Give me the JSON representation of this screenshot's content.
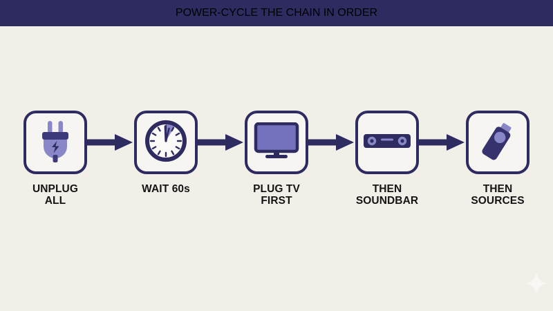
{
  "header": {
    "title": "POWER-CYCLE THE CHAIN IN ORDER",
    "background_color": "#2d2b5f",
    "text_color": "#ffffff"
  },
  "page": {
    "background_color": "#f2efe9",
    "label_color": "#141414",
    "accent_dark": "#2d2b5f",
    "accent_light": "#8a87c9"
  },
  "flow": {
    "steps": [
      {
        "label": "UNPLUG\nALL",
        "icon": "power-plug-icon"
      },
      {
        "label": "WAIT 60s",
        "icon": "clock-icon"
      },
      {
        "label": "PLUG TV\nFIRST",
        "icon": "television-icon"
      },
      {
        "label": "THEN\nSOUNDBAR",
        "icon": "soundbar-icon"
      },
      {
        "label": "THEN\nSOURCES",
        "icon": "usb-stick-icon"
      }
    ],
    "connectors": [
      {
        "icon": "arrow-right-icon"
      },
      {
        "icon": "arrow-right-icon"
      },
      {
        "icon": "arrow-right-icon"
      },
      {
        "icon": "arrow-right-icon"
      }
    ]
  },
  "watermark": {
    "icon": "sparkle-icon"
  }
}
